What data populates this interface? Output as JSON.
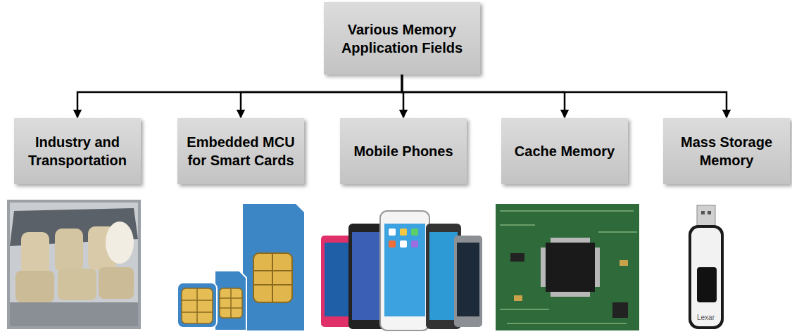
{
  "diagram": {
    "nodes": [
      {
        "text": [
          "Various Memory Application Fields"
        ]
      },
      {
        "text": [
          "Industry and Transportation"
        ]
      },
      {
        "text": [
          "Embedded MCU for Smart Cards"
        ]
      },
      {
        "text": [
          "Mobile Phones"
        ]
      },
      {
        "text": [
          "Cache Memory"
        ]
      },
      {
        "text": [
          "Mass Storage Memory"
        ]
      }
    ],
    "edges": [
      {
        "from": 0,
        "to": 1,
        "arrow": "to"
      },
      {
        "from": 0,
        "to": 2,
        "arrow": "to"
      },
      {
        "from": 0,
        "to": 3,
        "arrow": "to"
      },
      {
        "from": 0,
        "to": 4,
        "arrow": "to"
      },
      {
        "from": 0,
        "to": 5,
        "arrow": "to"
      }
    ],
    "labels": [
      "Lexar"
    ]
  }
}
